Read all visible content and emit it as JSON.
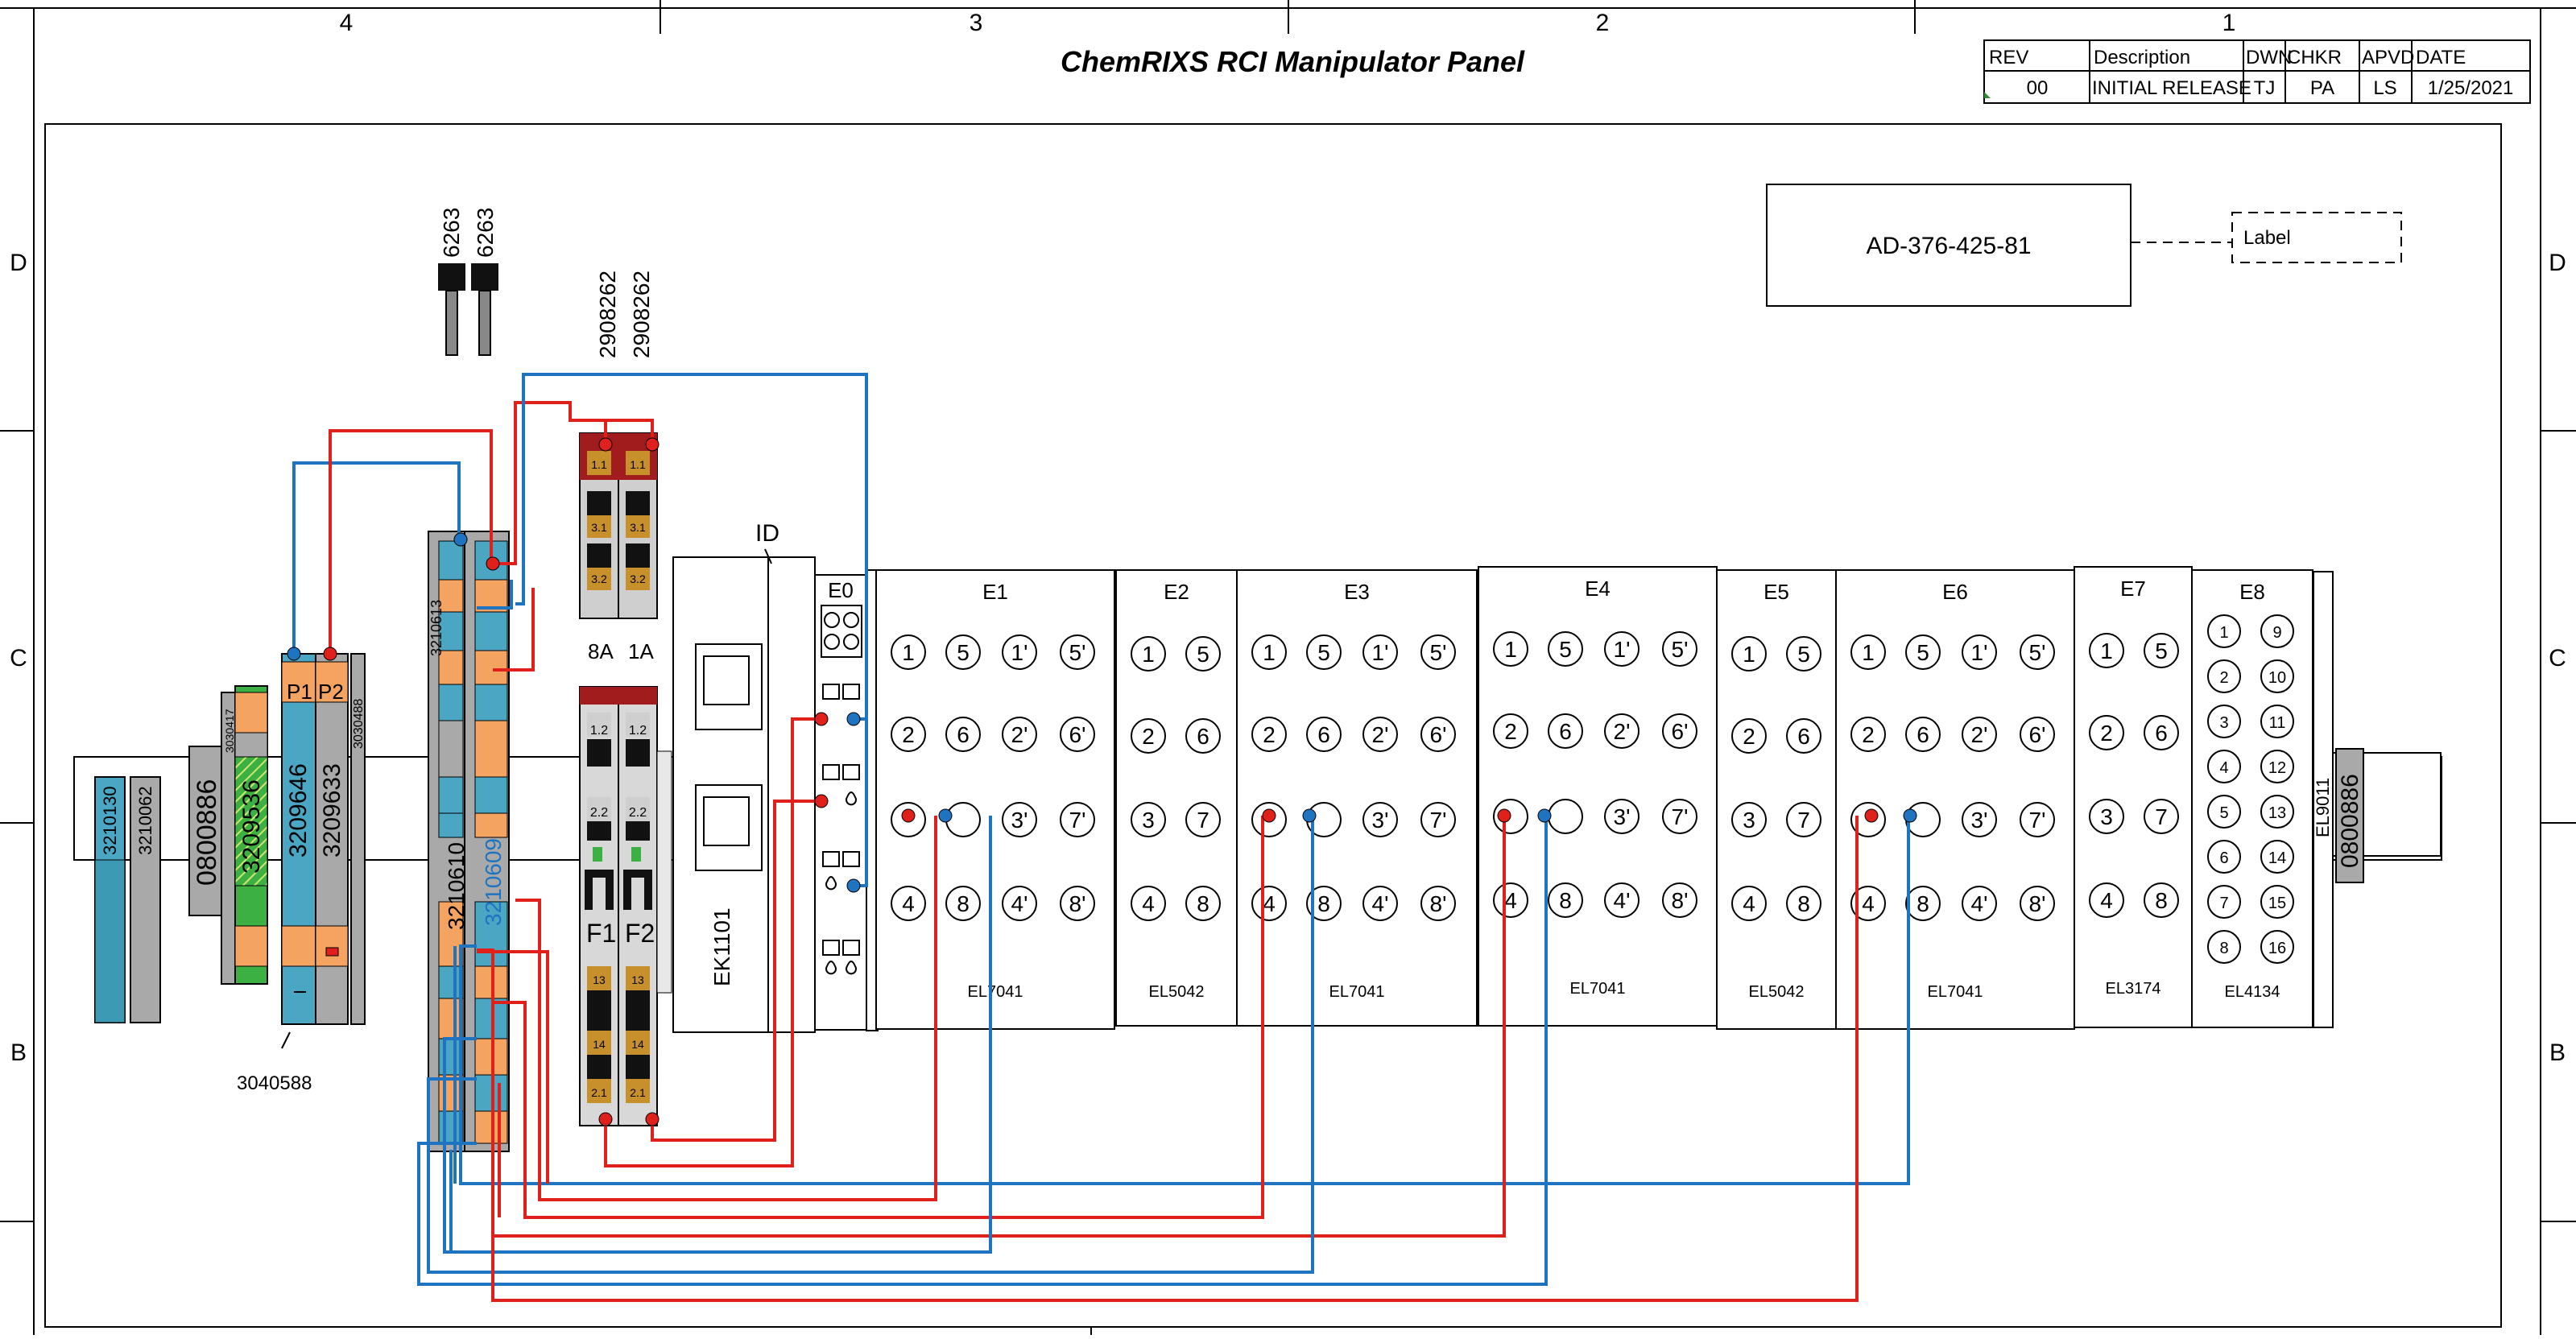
{
  "title": "ChemRIXS RCI Manipulator Panel",
  "zone_columns": [
    "4",
    "3",
    "2",
    "1"
  ],
  "zone_rows": [
    "D",
    "C",
    "B"
  ],
  "revision_table": {
    "headers": [
      "REV",
      "Description",
      "DWN",
      "CHKR",
      "APVD",
      "DATE"
    ],
    "row": [
      "00",
      "INITIAL RELEASE",
      "TJ",
      "PA",
      "LS",
      "1/25/2021"
    ]
  },
  "label_box": {
    "text": "AD-376-425-81",
    "callout": "Label"
  },
  "din_parts": {
    "left_block_a": "3210130",
    "left_block_b": "3210062",
    "end_clamp_left": "0800886",
    "ground_term_small": "3030417",
    "ground_term": "3209536",
    "power_term_1": "3209646",
    "power_term_2": "3209633",
    "end_plate": "3030488",
    "p1_label": "P1",
    "p2_label": "P2",
    "callout_3040588": "3040588",
    "dist_block_top": "3210613",
    "dist_block_1": "3210610",
    "dist_block_2": "3210609",
    "jumper_1": "6263",
    "jumper_2": "6263",
    "fuse_part_1": "2908262",
    "fuse_part_2": "2908262",
    "fuse_rating_1": "8A",
    "fuse_rating_2": "1A",
    "fuse_name_1": "F1",
    "fuse_name_2": "F2",
    "fuse_contacts": [
      "1.1",
      "3.1",
      "3.2",
      "1.2",
      "2.2",
      "13",
      "14",
      "2.1"
    ],
    "id_label": "ID",
    "coupler": "EK1101",
    "end_terminal": "EL9011",
    "end_clamp_right": "0800886"
  },
  "modules": [
    {
      "name": "E0",
      "part": ""
    },
    {
      "name": "E1",
      "part": "EL7041",
      "terminals": [
        "1",
        "5",
        "1'",
        "5'",
        "2",
        "6",
        "2'",
        "6'",
        "",
        "",
        "3'",
        "7'",
        "4",
        "8",
        "4'",
        "8'"
      ]
    },
    {
      "name": "E2",
      "part": "EL5042",
      "terminals": [
        "1",
        "5",
        "2",
        "6",
        "3",
        "7",
        "4",
        "8"
      ]
    },
    {
      "name": "E3",
      "part": "EL7041",
      "terminals": [
        "1",
        "5",
        "1'",
        "5'",
        "2",
        "6",
        "2'",
        "6'",
        "",
        "",
        "3'",
        "7'",
        "4",
        "8",
        "4'",
        "8'"
      ]
    },
    {
      "name": "E4",
      "part": "EL7041",
      "terminals": [
        "1",
        "5",
        "1'",
        "5'",
        "2",
        "6",
        "2'",
        "6'",
        "",
        "",
        "3'",
        "7'",
        "4",
        "8",
        "4'",
        "8'"
      ]
    },
    {
      "name": "E5",
      "part": "EL5042",
      "terminals": [
        "1",
        "5",
        "2",
        "6",
        "3",
        "7",
        "4",
        "8"
      ]
    },
    {
      "name": "E6",
      "part": "EL7041",
      "terminals": [
        "1",
        "5",
        "1'",
        "5'",
        "2",
        "6",
        "2'",
        "6'",
        "",
        "",
        "3'",
        "7'",
        "4",
        "8",
        "4'",
        "8'"
      ]
    },
    {
      "name": "E7",
      "part": "EL3174",
      "terminals": [
        "1",
        "5",
        "2",
        "6",
        "3",
        "7",
        "4",
        "8"
      ]
    },
    {
      "name": "E8",
      "part": "EL4134",
      "terminals": [
        "1",
        "9",
        "2",
        "10",
        "3",
        "11",
        "4",
        "12",
        "5",
        "13",
        "6",
        "14",
        "7",
        "15",
        "8",
        "16"
      ]
    }
  ],
  "colors": {
    "line": "#000000",
    "wire_red": "#e0201b",
    "wire_blue": "#1f74c2",
    "terminal_blue": "#4aa6c2",
    "terminal_orange": "#f4a460",
    "terminal_gray": "#a9a9a9",
    "ground_green": "#3cb043",
    "fuse_red": "#a11d1d",
    "fuse_gold": "#c8902a"
  }
}
